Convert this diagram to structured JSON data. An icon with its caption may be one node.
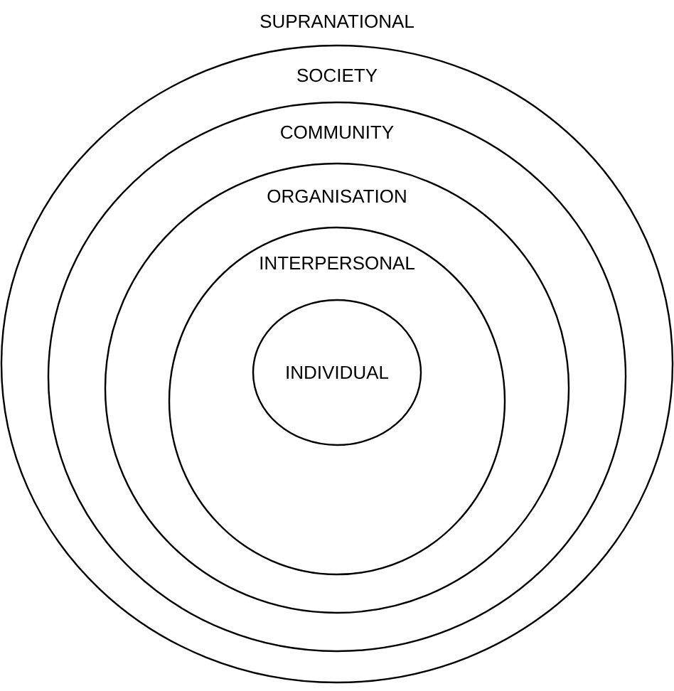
{
  "diagram": {
    "nodes": [
      {
        "text": [
          "SOCIETY"
        ]
      },
      {
        "text": [
          "COMMUNITY"
        ],
        "in": 0
      },
      {
        "text": [
          "ORGANISATION"
        ],
        "in": 1
      },
      {
        "text": [
          "INTERPERSONAL"
        ],
        "in": 2
      },
      {
        "text": [
          "INDIVIDUAL"
        ],
        "in": 3
      }
    ],
    "labels": [
      "SUPRANATIONAL"
    ]
  }
}
